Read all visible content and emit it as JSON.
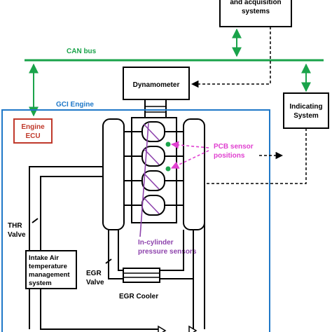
{
  "control_box": {
    "line1": "and acquisition",
    "line2": "systems"
  },
  "can_bus": "CAN bus",
  "dynamometer": "Dynamometer",
  "gci_engine": "GCI Engine",
  "engine_ecu": {
    "line1": "Engine",
    "line2": "ECU"
  },
  "indicating_system": {
    "line1": "Indicating",
    "line2": "System"
  },
  "pcb_sensor": {
    "line1": "PCB sensor",
    "line2": "positions"
  },
  "in_cylinder": {
    "line1": "In-cylinder",
    "line2": "pressure sensors"
  },
  "thr_valve": {
    "line1": "THR",
    "line2": "Valve"
  },
  "intake_air": {
    "line1": "Intake Air",
    "line2": "temperature",
    "line3": "management",
    "line4": "system"
  },
  "egr_valve": {
    "line1": "EGR",
    "line2": "Valve"
  },
  "egr_cooler": "EGR Cooler",
  "colors": {
    "can_bus": "#1aa34a",
    "engine_frame": "#1f78c8",
    "ecu": "#c0392b",
    "pcb": "#e040d0",
    "in_cylinder": "#8e44ad"
  }
}
